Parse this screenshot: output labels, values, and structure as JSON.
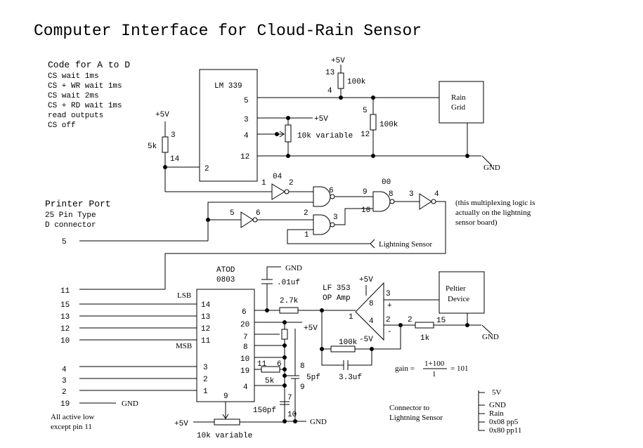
{
  "title": "Computer Interface for Cloud-Rain Sensor",
  "code": {
    "heading": "Code for A to D",
    "lines": [
      "CS wait 1ms",
      "CS + WR wait 1ms",
      "CS wait 2ms",
      "CS + RD wait 1ms",
      "read outputs",
      "CS off"
    ]
  },
  "printer": {
    "heading": "Printer Port",
    "line1": "25 Pin Type",
    "line2": "D connector",
    "pins": [
      "5",
      "11",
      "15",
      "13",
      "12",
      "10",
      "4",
      "3",
      "2",
      "19"
    ],
    "gnd": "GND",
    "note1": "All active low",
    "note2": "except pin 11"
  },
  "comparator": {
    "name": "LM 339",
    "pins": [
      "5",
      "3",
      "4",
      "12",
      "2"
    ],
    "r100k": "100k",
    "r100k_pin_top": "13",
    "r100k_pin_bot": "4",
    "r100k_b": "100k",
    "r100k_b_pin_top": "5",
    "r100k_b_pin_bot": "12",
    "pot": "10k variable",
    "vcc": "+5V",
    "r5k": "5k",
    "r5k_pin_top": "3",
    "r5k_pin_bot": "14",
    "vcc_left": "+5V",
    "vcc_top": "+5V",
    "gnd": "GND"
  },
  "rain": {
    "line1": "Rain",
    "line2": "Grid"
  },
  "logic": {
    "g04": "04",
    "g00": "00",
    "p1": "1",
    "p2": "2",
    "p6": "6",
    "p9": "9",
    "p8": "8",
    "p10": "10",
    "p3": "3",
    "p4": "4",
    "p5b": "5",
    "p6b": "6",
    "p2b": "2",
    "p3b": "3",
    "p1b": "1",
    "note1": "(this multiplexing logic is",
    "note2": "actually on the lightning",
    "note3": "sensor board)",
    "lightning": "Lightning Sensor"
  },
  "adc": {
    "name1": "ATOD",
    "name2": "0803",
    "lsb": "LSB",
    "msb": "MSB",
    "left_pins": [
      "14",
      "13",
      "12",
      "11",
      "3",
      "2",
      "1"
    ],
    "right_pins": [
      "6",
      "20",
      "7",
      "8",
      "10",
      "19",
      "4"
    ],
    "bottom_pin": "9",
    "cap": ".01uf",
    "gnd_top": "GND",
    "r27k": "2.7k",
    "r5k": "5k",
    "p11": "11",
    "p6": "6",
    "p8": "8",
    "p9": "9",
    "p7": "7",
    "p10": "10",
    "c5pf": "5pf",
    "c150pf": "150pf",
    "vcc": "+5V",
    "vcc_bottom": "+5V",
    "pot": "10k variable",
    "gnd_bottom": "GND"
  },
  "opamp": {
    "name": "LF 353",
    "name2": "OP Amp",
    "vcc": "+5V",
    "vee": "-5V",
    "p8": "8",
    "p3": "3",
    "p1": "1",
    "p4": "4",
    "p2": "2",
    "plus": "+",
    "minus": "-",
    "r100k": "100k",
    "c33uf": "3.3uf",
    "r1k": "1k",
    "p2r": "2",
    "p15": "15",
    "gnd": "GND"
  },
  "peltier": {
    "line1": "Peltier",
    "line2": "Device"
  },
  "gain": {
    "label": "gain =",
    "num": "1+100",
    "den": "1",
    "result": "= 101"
  },
  "connector": {
    "title1": "Connector to",
    "title2": "Lightning Sensor",
    "items": [
      "5V",
      "GND",
      "Rain",
      "0x08 pp5",
      "0x80 pp11"
    ]
  }
}
